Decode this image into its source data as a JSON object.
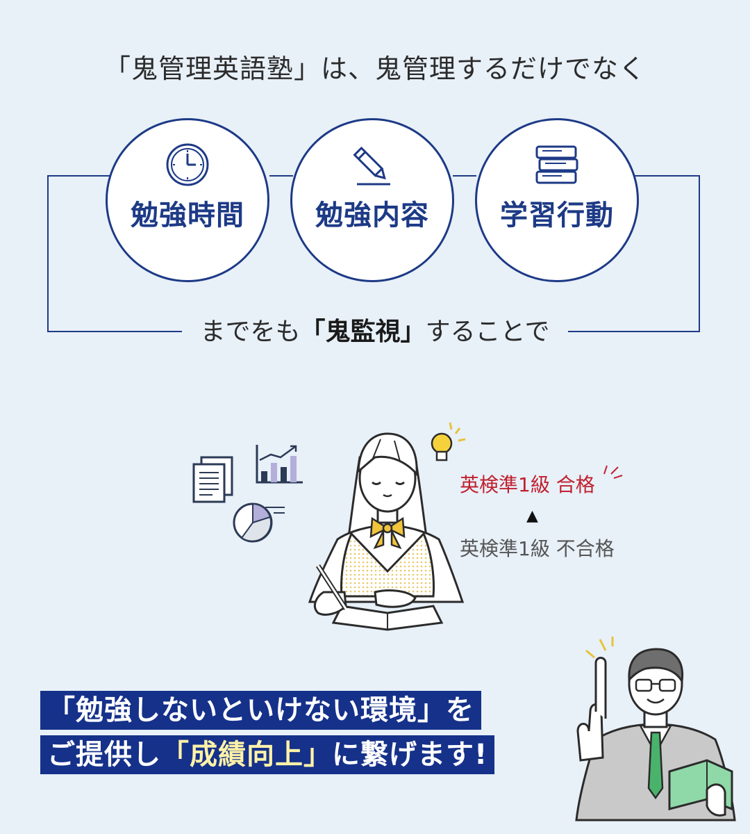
{
  "intro": "「鬼管理英語塾」は、鬼管理するだけでなく",
  "pillars": [
    {
      "label": "勉強時間",
      "icon": "clock-icon"
    },
    {
      "label": "勉強内容",
      "icon": "pencil-icon"
    },
    {
      "label": "学習行動",
      "icon": "books-icon"
    }
  ],
  "caption": {
    "pre": "までをも",
    "strong": "「鬼監視」",
    "post": "することで"
  },
  "result": {
    "pass": "英検準1級 合格",
    "arrow": "▲",
    "fail": "英検準1級 不合格"
  },
  "banner": {
    "line1": "「勉強しないといけない環境」を",
    "line2_pre": "ご提供し",
    "line2_hl": "「成績向上」",
    "line2_post": "に繋げます!"
  },
  "colors": {
    "navy": "#1d3a86",
    "pass": "#c0202e",
    "highlight": "#fff3a8"
  }
}
